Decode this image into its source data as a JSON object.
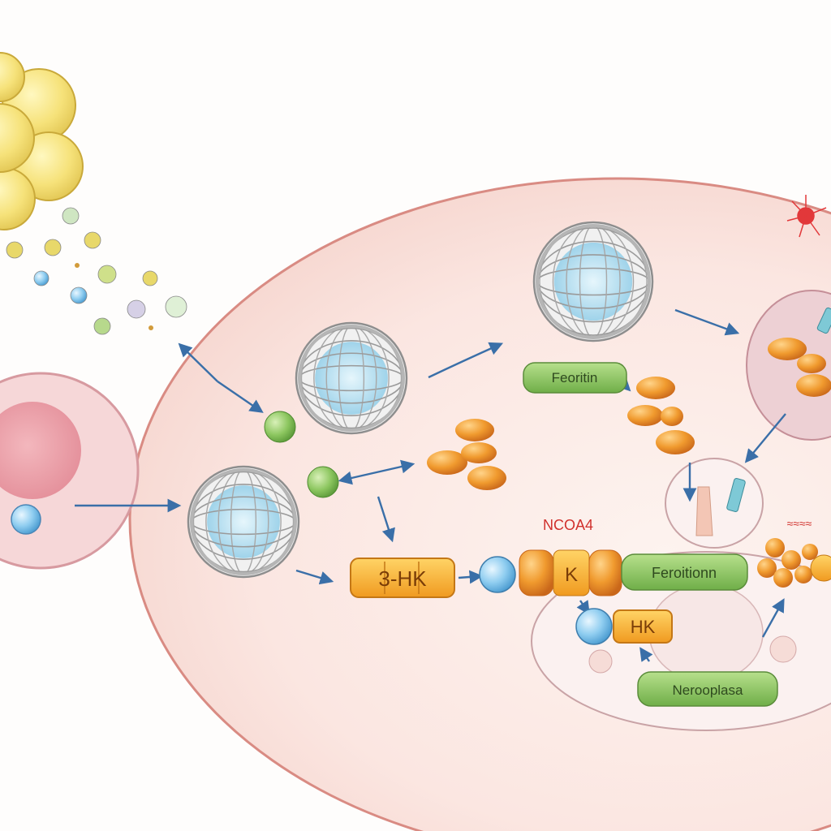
{
  "labels": {
    "ferritin_top": "Feoritin",
    "ncoa4": "NCOA4",
    "hk_main": "3-HK",
    "k_block": "K",
    "ferritin_mid": "Feroitionn",
    "hk_small": "HK",
    "neroplase": "Nerooplasa",
    "scribble": "≈≈≈≈"
  },
  "colors": {
    "cell_fill": "#fbe9e4",
    "membrane": "#d98b83",
    "arrow": "#3a6fa8",
    "ferritin_label": "#7fbf5a",
    "hk_block": "#f4b23a",
    "iron_orange": "#ec8c25",
    "ncoa4_text": "#d0302c",
    "cage_stroke": "#9a9a9a",
    "cage_core": "#bfe3f2"
  },
  "icons": [
    "ferritin-cage-icon",
    "iron-particle-icon",
    "green-ion-icon",
    "blue-ion-icon",
    "lipid-droplet-cluster-icon",
    "neighbor-cell-icon",
    "burst-icon"
  ]
}
